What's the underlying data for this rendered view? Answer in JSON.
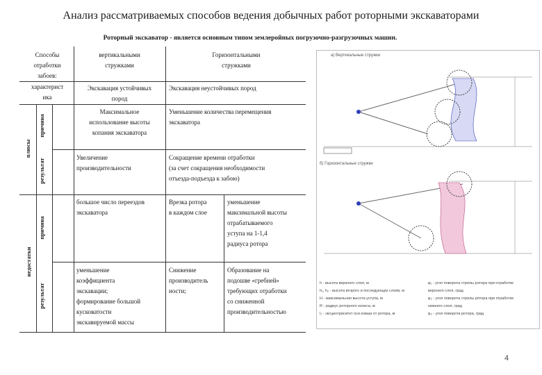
{
  "title": "Анализ рассматриваемых способов ведения добычных работ роторными экскаваторами",
  "subtitle": "Роторный экскаватор - является основным типом землеройных погрузочно-разгрузочных машин.",
  "table": {
    "header": {
      "methods_line1": "Способы",
      "methods_line2": "отработки",
      "methods_line3": "забоев:",
      "char_line1": "характерист",
      "char_line2": "ика",
      "vertical_line1": "вертикальными",
      "vertical_line2": "стружками",
      "horizontal_line1": "Горизонтальными",
      "horizontal_line2": "стружками"
    },
    "row_excavation": {
      "vertical_line1": "Экскавация устойчивых",
      "vertical_line2": "пород",
      "horizontal": "Экскавация неустойчивых пород"
    },
    "groups": {
      "pluses": "плюсы",
      "minuses": "недостатки",
      "cause": "причина",
      "result": "результат"
    },
    "plus_cause": {
      "vertical_line1": "Максимальное",
      "vertical_line2": "использование высоты",
      "vertical_line3": "копания экскаватора",
      "horizontal_line1": "Уменьшение количества перемещения",
      "horizontal_line2": "экскаватора"
    },
    "plus_result": {
      "vertical_line1": "Увеличение",
      "vertical_line2": "производительности",
      "horizontal_line1": "Сокращение времени отработки",
      "horizontal_line2": "(за счет сокращения необходимости",
      "horizontal_line3": "отъезда-подъезда к забою)"
    },
    "minus_cause": {
      "vertical_line1": "большое число переездов",
      "vertical_line2": "экскаватора",
      "horizontal_a_line1": "Врезка ротора",
      "horizontal_a_line2": "в каждом слое",
      "horizontal_b_line1": "уменьшение",
      "horizontal_b_line2": "максимальной высоты",
      "horizontal_b_line3": "отрабатываемого",
      "horizontal_b_line4": "уступа на 1-1,4",
      "horizontal_b_line5": "радиуса ротора"
    },
    "minus_result": {
      "vertical_line1": "уменьшение",
      "vertical_line2": "коэффициента",
      "vertical_line3": "экскавации;",
      "vertical_line4": "формирование большой",
      "vertical_line5": "кусковатости",
      "vertical_line6": "экскавируемой массы",
      "horizontal_a_line1": "Снижение",
      "horizontal_a_line2": "производитель",
      "horizontal_a_line3": "ности;",
      "horizontal_b_line1": "Образование на",
      "horizontal_b_line2": "подошве «гребней»",
      "horizontal_b_line3": "требующих отработки",
      "horizontal_b_line4": "со сниженной",
      "horizontal_b_line5": "производительностью"
    }
  },
  "figure": {
    "panel_a": "а) Вертикальные стружки",
    "panel_b": "б) Горизонтальные стружки",
    "legend_left": [
      "h - высота верхнего слоя, м",
      "h₁, h₂ - высота второго и последующих слоёв, м",
      "H - максимальная высота уступа, м",
      "R - радиус роторного колеса, м",
      "l₁ - эксцентриситет оси ковша от ротора, м"
    ],
    "legend_right": [
      "φ₁ - угол поворота стрелы ротора при отработке",
      "верхнего слоя, град",
      "φ₂ - угол поворота стрелы ротора при отработке",
      "нижнего слоя, град",
      "φ₃ - угол поворота ротора, град"
    ]
  },
  "page_number": "4"
}
